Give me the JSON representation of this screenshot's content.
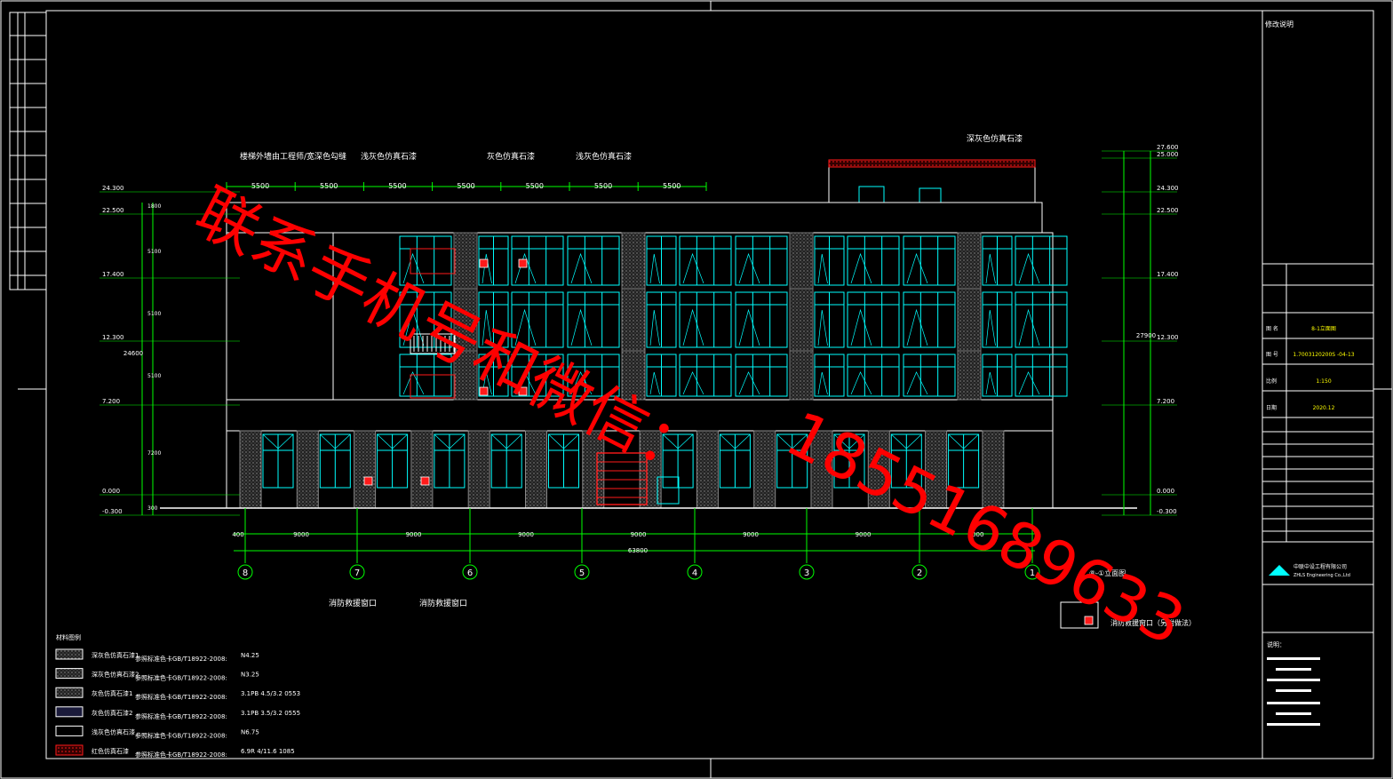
{
  "colors": {
    "background": "#000000",
    "frame": "#ffffff",
    "dimension": "#00ff00",
    "window": "#00ffff",
    "accent_red": "#ff1a1a",
    "watermark": "#ff0000",
    "text": "#ffffff"
  },
  "watermark": {
    "line1": "联系手机号和微信：",
    "line2": "18551689633"
  },
  "labels": {
    "top1": "楼梯外墙由工程师/宽深色勾缝",
    "top2": "浅灰色仿真石漆",
    "top3": "灰色仿真石漆",
    "top4": "浅灰色仿真石漆",
    "top5": "深灰色仿真石漆",
    "fire1": "消防救援窗口",
    "fire2": "消防救援窗口",
    "legend_note": "消防救援窗口（另附做法）",
    "axis_caption": "⑧-①立面图"
  },
  "top_dims": [
    "5500",
    "5500",
    "5500",
    "5500",
    "5500",
    "5500",
    "5500"
  ],
  "bottom_dims": [
    "400",
    "9000",
    "9000",
    "9000",
    "9000",
    "9000",
    "9000",
    "9000"
  ],
  "total_width": "63800",
  "left_levels": [
    {
      "label": "24.300"
    },
    {
      "label": "22.500"
    },
    {
      "label": "17.400"
    },
    {
      "label": "12.300"
    },
    {
      "label": "7.200"
    },
    {
      "label": "0.000"
    },
    {
      "label": "-0.300"
    }
  ],
  "right_levels": [
    {
      "label": "27.600"
    },
    {
      "label": "25.000"
    },
    {
      "label": "24.300"
    },
    {
      "label": "22.500"
    },
    {
      "label": "17.400"
    },
    {
      "label": "12.300"
    },
    {
      "label": "7.200"
    },
    {
      "label": "0.000"
    },
    {
      "label": "-0.300"
    }
  ],
  "left_side_dims": [
    "1800",
    "5100",
    "5100",
    "5100",
    "7200",
    "300"
  ],
  "left_total": "24600",
  "right_total": "27900",
  "axes": [
    "8",
    "7",
    "6",
    "5",
    "4",
    "3",
    "2",
    "1"
  ],
  "legend": {
    "title": "材料图例",
    "rows": [
      {
        "name": "深灰色仿真石漆1",
        "spec": "参照标准色卡GB/T18922-2008:",
        "code": "N4.25"
      },
      {
        "name": "深灰色仿真石漆2",
        "spec": "参照标准色卡GB/T18922-2008:",
        "code": "N3.25"
      },
      {
        "name": "灰色仿真石漆1",
        "spec": "参照标准色卡GB/T18922-2008:",
        "code": "3.1PB  4.5/3.2   0553"
      },
      {
        "name": "灰色仿真石漆2",
        "spec": "参照标准色卡GB/T18922-2008:",
        "code": "3.1PB  3.5/3.2   0555"
      },
      {
        "name": "浅灰色仿真石漆",
        "spec": "参照标准色卡GB/T18922-2008:",
        "code": "N6.75"
      },
      {
        "name": "红色仿真石漆",
        "spec": "参照标准色卡GB/T18922-2008:",
        "code": "6.9R  4/11.6   1085"
      }
    ]
  },
  "title_block": {
    "header": "修改说明",
    "rows": [
      {
        "k": "图 名",
        "v": "8-1立面图"
      },
      {
        "k": "图 号",
        "v": "1.7003120200S  -04-13"
      },
      {
        "k": "比例",
        "v": "1:150"
      },
      {
        "k": "日期",
        "v": "2020.12"
      }
    ],
    "company": "中联中设工程有限公司",
    "company_en": "ZHLS Engineering Co.,Ltd",
    "notes_title": "说明："
  }
}
